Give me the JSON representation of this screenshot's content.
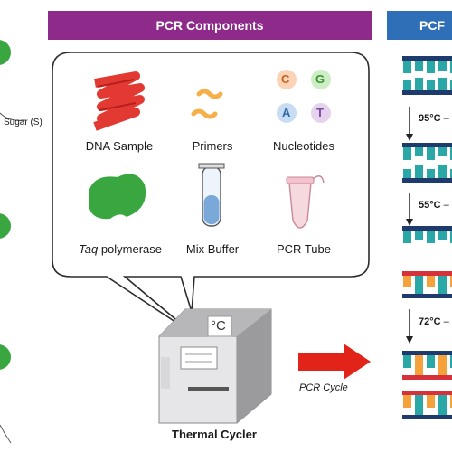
{
  "header": {
    "components_title": "PCR Components",
    "steps_title": "PCF"
  },
  "left_fragment": {
    "sugar_label": "Sugar (S)"
  },
  "components": [
    {
      "label": "DNA Sample",
      "icon": "dna-helix-icon"
    },
    {
      "label": "Primers",
      "icon": "primer-icon"
    },
    {
      "label": "Nucleotides",
      "icon": "nucleotides-icon",
      "letters": [
        "C",
        "G",
        "A",
        "T"
      ]
    },
    {
      "label_italic": "Taq",
      "label_rest": " polymerase",
      "icon": "polymerase-icon"
    },
    {
      "label": "Mix Buffer",
      "icon": "test-tube-icon"
    },
    {
      "label": "PCR Tube",
      "icon": "pcr-tube-icon"
    }
  ],
  "machine": {
    "label": "Thermal Cycler",
    "display": "°C"
  },
  "cycle": {
    "label": "PCR Cycle"
  },
  "steps": [
    {
      "temp": "95°C",
      "dash": " – S"
    },
    {
      "temp": "55°C",
      "dash": " – F"
    },
    {
      "temp": "72°C",
      "dash": " – S"
    }
  ],
  "colors": {
    "purple": "#8e2a8a",
    "blue": "#2f6fb8",
    "arrow_red": "#e2231a",
    "dna_red": "#e23a32",
    "primer_orange": "#f5b04a",
    "polymerase_green": "#3aa640",
    "nuc_c": "#f5a46a",
    "nuc_g": "#8fcf7f",
    "nuc_a": "#6fa8dc",
    "nuc_t": "#c39bd3",
    "strand_teal": "#2aa7a7",
    "strand_navy": "#1f3a6d",
    "strand_orange": "#f5a23c",
    "strand_red": "#d7323a"
  }
}
